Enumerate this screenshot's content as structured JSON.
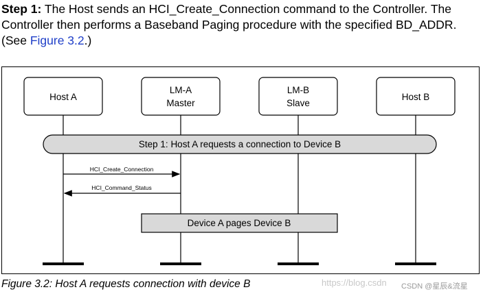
{
  "intro": {
    "step_label": "Step 1:",
    "text_before_link": " The Host sends an HCI_Create_Connection command to the Controller. The Controller then performs a Baseband Paging procedure with the specified BD_ADDR. (See ",
    "link_text": "Figure 3.2",
    "text_after_link": ".)"
  },
  "diagram": {
    "participants": [
      {
        "line1": "Host A",
        "line2": ""
      },
      {
        "line1": "LM-A",
        "line2": "Master"
      },
      {
        "line1": "LM-B",
        "line2": "Slave"
      },
      {
        "line1": "Host B",
        "line2": ""
      }
    ],
    "step_banner": "Step 1: Host A requests a connection to Device B",
    "messages": [
      {
        "label": "HCI_Create_Connection",
        "from": 0,
        "to": 1
      },
      {
        "label": "HCI_Command_Status",
        "from": 1,
        "to": 0
      }
    ],
    "process_box": "Device A pages Device B"
  },
  "caption": "Figure 3.2: Host A requests connection with device B",
  "watermark": "https://blog.csdn",
  "watermark_badge": "CSDN @星辰&流星"
}
